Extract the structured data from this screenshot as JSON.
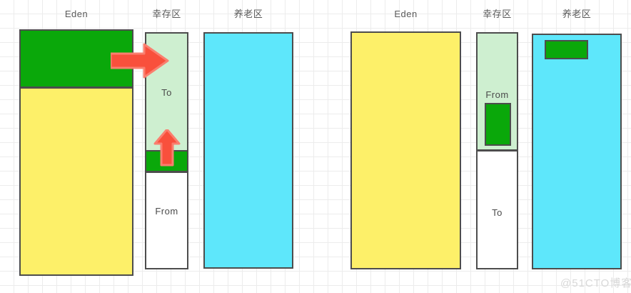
{
  "diagram": {
    "title": "JVM heap young/old generation garbage collection copy phases",
    "background": {
      "grid_color": "#ececec",
      "page_color": "#ffffff"
    },
    "palette": {
      "yellow": "#fdf069",
      "green": "#0aa80a",
      "cyan": "#5ee7fb",
      "light_green": "#ceefd0",
      "white": "#ffffff",
      "border": "#4d4d4d",
      "arrow_red": "#f9503c",
      "label_text": "#5a5a5a"
    },
    "watermark": "@51CTO博客",
    "panels": [
      {
        "id": "before",
        "labels": {
          "eden": "Eden",
          "survivor": "幸存区",
          "old": "养老区"
        },
        "eden": {
          "used_label": "",
          "free_label": ""
        },
        "survivor": {
          "to_label": "To",
          "from_label": "From"
        },
        "old": {
          "label": ""
        }
      },
      {
        "id": "after",
        "labels": {
          "eden": "Eden",
          "survivor": "幸存区",
          "old": "养老区"
        },
        "eden": {
          "used_label": "",
          "free_label": ""
        },
        "survivor": {
          "from_label": "From",
          "to_label": "To"
        },
        "old": {
          "label": ""
        }
      }
    ],
    "arrows": [
      {
        "name": "eden-to-survivor-arrow",
        "direction": "right",
        "color": "#f9503c"
      },
      {
        "name": "from-to-to-arrow",
        "direction": "up",
        "color": "#f9503c"
      }
    ]
  }
}
